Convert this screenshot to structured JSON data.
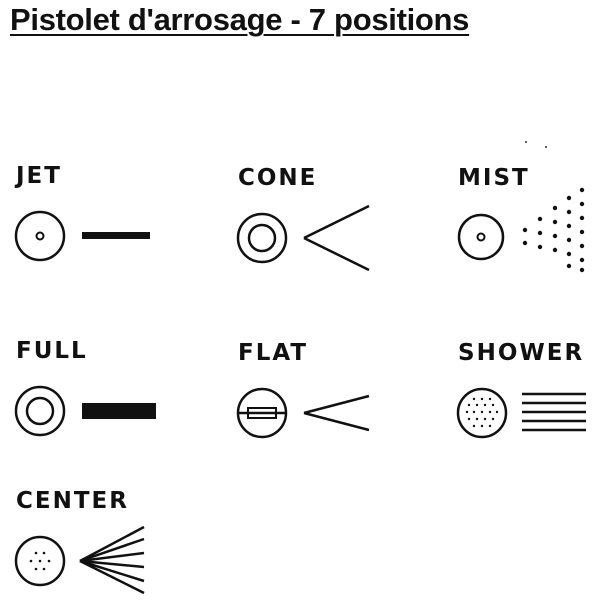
{
  "title": "Pistolet d'arrosage - 7 positions",
  "modes": [
    {
      "id": "jet",
      "label": "JET"
    },
    {
      "id": "cone",
      "label": "CONE"
    },
    {
      "id": "mist",
      "label": "MIST"
    },
    {
      "id": "full",
      "label": "FULL"
    },
    {
      "id": "flat",
      "label": "FLAT"
    },
    {
      "id": "shower",
      "label": "SHOWER"
    },
    {
      "id": "center",
      "label": "CENTER"
    }
  ],
  "colors": {
    "ink": "#111111",
    "background": "#ffffff"
  },
  "icons": {
    "jet": "jet-spray-icon",
    "cone": "cone-spray-icon",
    "mist": "mist-spray-icon",
    "full": "full-spray-icon",
    "flat": "flat-spray-icon",
    "shower": "shower-spray-icon",
    "center": "center-spray-icon"
  }
}
